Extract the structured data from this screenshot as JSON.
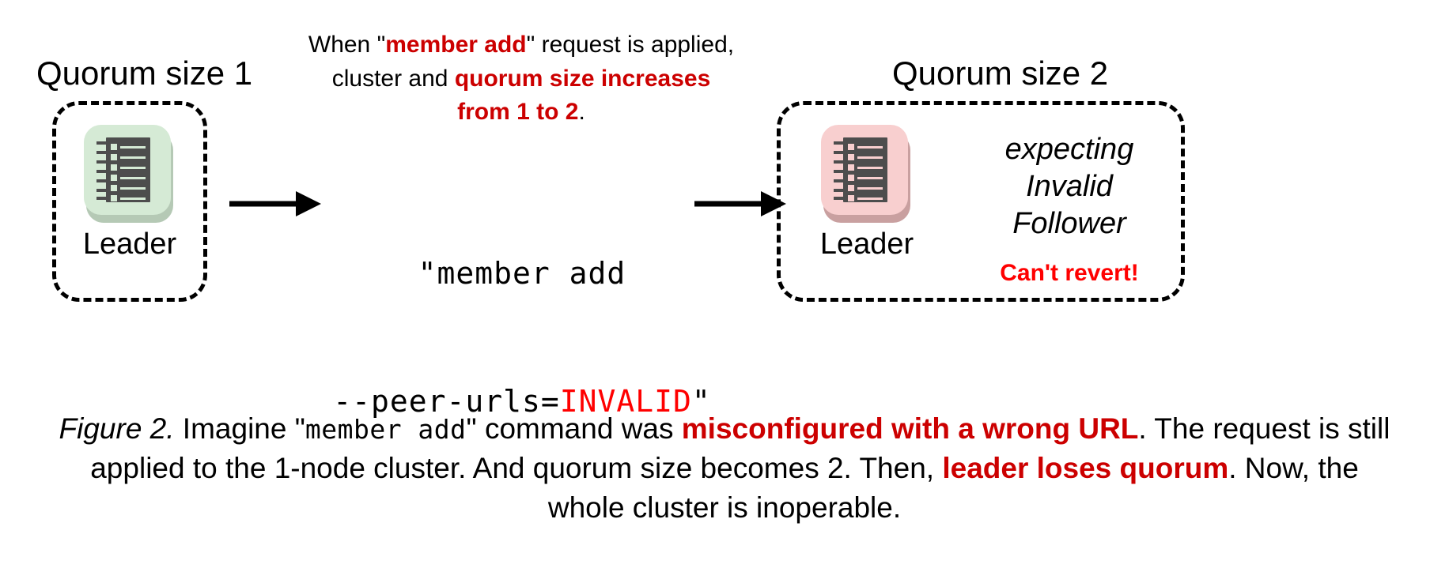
{
  "figure": {
    "background_color": "#ffffff",
    "accent_red_dark": "#cc0000",
    "accent_red_bright": "#ff0000",
    "healthy_tile_color": "#d5ead5",
    "failed_tile_color": "#f8cfcf",
    "server_body_color": "#4d4d4d"
  },
  "stages": {
    "left": {
      "heading": "Quorum size 1",
      "node_label": "Leader",
      "tile_color": "#d5ead5",
      "tile_shadow_color": "#b5c9b5",
      "server_detail_color": "#d5ead5"
    },
    "right": {
      "heading": "Quorum size 2",
      "node_label": "Leader",
      "tile_color": "#f8cfcf",
      "tile_shadow_color": "#c9a0a0",
      "server_detail_color": "#f8cfcf"
    }
  },
  "top_annotation": {
    "line1_a": "When \"",
    "line1_emphasis": "member add",
    "line1_b": "\" request is applied,",
    "line2_a": "cluster and ",
    "line2_emphasis": "quorum size increases",
    "line3_emphasis": "from 1 to 2",
    "line3_b": "."
  },
  "command": {
    "line1": "\"member add",
    "line2_prefix": "--peer-urls=",
    "line2_invalid": "INVALID",
    "line2_suffix": "\""
  },
  "status": {
    "line1": "expecting",
    "line2": "Invalid",
    "line3": "Follower",
    "warning": "Can't revert!"
  },
  "caption": {
    "figure_number": "Figure 2.",
    "seg1": " Imagine \"",
    "seg_mono": "member add",
    "seg2": "\" command was ",
    "seg_emphasis1": "misconfigured with a wrong URL",
    "seg3": ". The request is still applied to the 1-node cluster. And quorum size becomes 2. Then, ",
    "seg_emphasis2": "leader loses quorum",
    "seg4": ". Now, the whole cluster is inoperable."
  },
  "icons": {
    "server_rack": "server-rack-icon",
    "arrow_right": "arrow-right-icon"
  }
}
